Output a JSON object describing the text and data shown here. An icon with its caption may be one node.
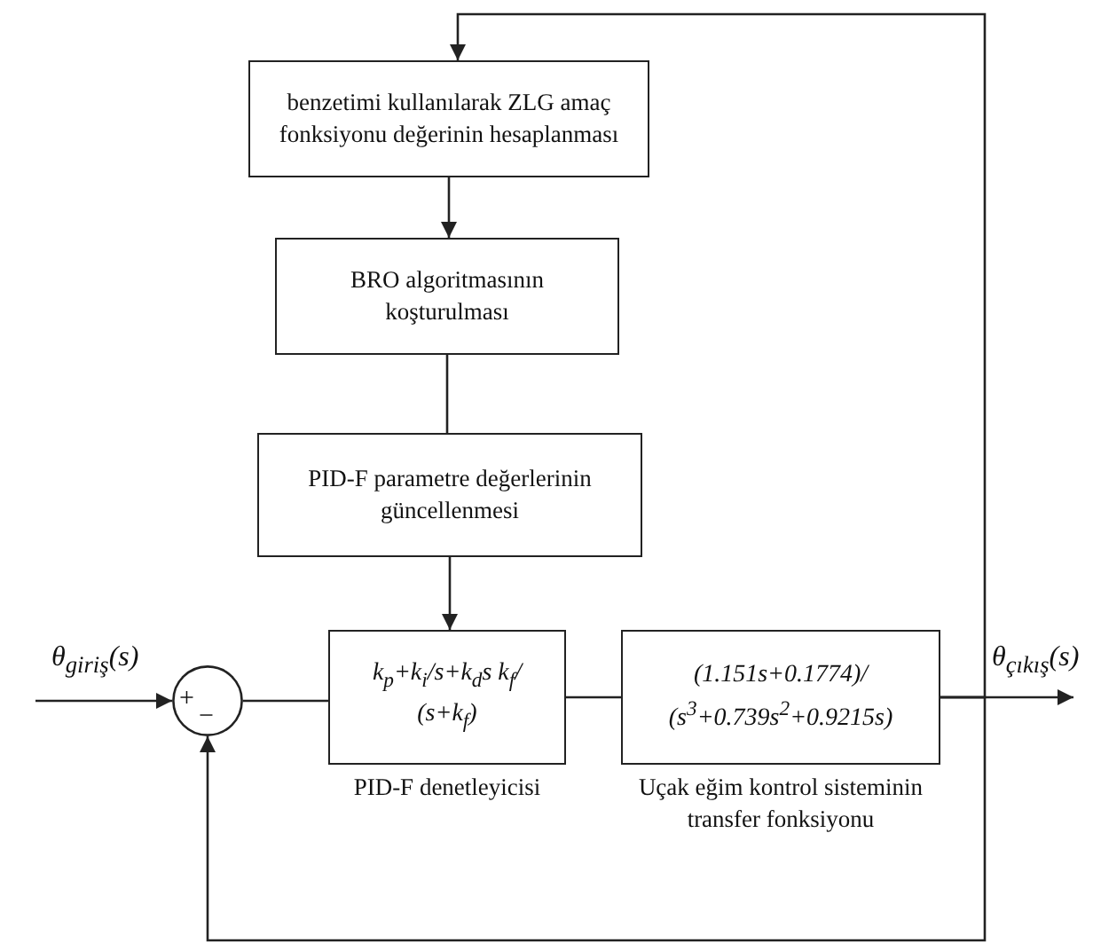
{
  "diagram": {
    "nodes": [
      {
        "text": [
          "benzetimi kullanılarak ZLG amaç fonksiyonu değerinin hesaplanması"
        ]
      },
      {
        "text": [
          "BRO algoritmasının koşturulması"
        ]
      },
      {
        "text": [
          "PID-F parametre değerlerinin güncellenmesi"
        ]
      },
      {
        "text": [
          "+",
          "−"
        ]
      },
      {
        "text": [
          "k$_{p}$+k$_{i}$/s+k$_{d}$s k$_{f}$/(s+k$_{f}$)",
          "PID-F denetleyicisi"
        ]
      },
      {
        "text": [
          "(1.151s+0.1774)/(s$^{3}$+0.739s$^{2}$+0.9215s)",
          "Uçak eğim kontrol sisteminin transfer fonksiyonu"
        ]
      }
    ],
    "edges": [
      {
        "from": 0,
        "to": 1,
        "arrow": "to"
      },
      {
        "from": 1,
        "to": 2,
        "arrow": "none"
      },
      {
        "from": 2,
        "to": 4,
        "arrow": "to"
      },
      {
        "from": null,
        "to": 3,
        "arrow": "to",
        "label": "θ$_{giriş}$(s)"
      },
      {
        "from": 3,
        "to": 4,
        "arrow": "none"
      },
      {
        "from": 4,
        "to": 5,
        "arrow": "none"
      },
      {
        "from": 5,
        "to": null,
        "arrow": "to",
        "label": "θ$_{çıkış}$(s)"
      },
      {
        "from": 5,
        "to": 3,
        "arrow": "to"
      },
      {
        "from": 5,
        "to": 0,
        "arrow": "to"
      }
    ]
  }
}
